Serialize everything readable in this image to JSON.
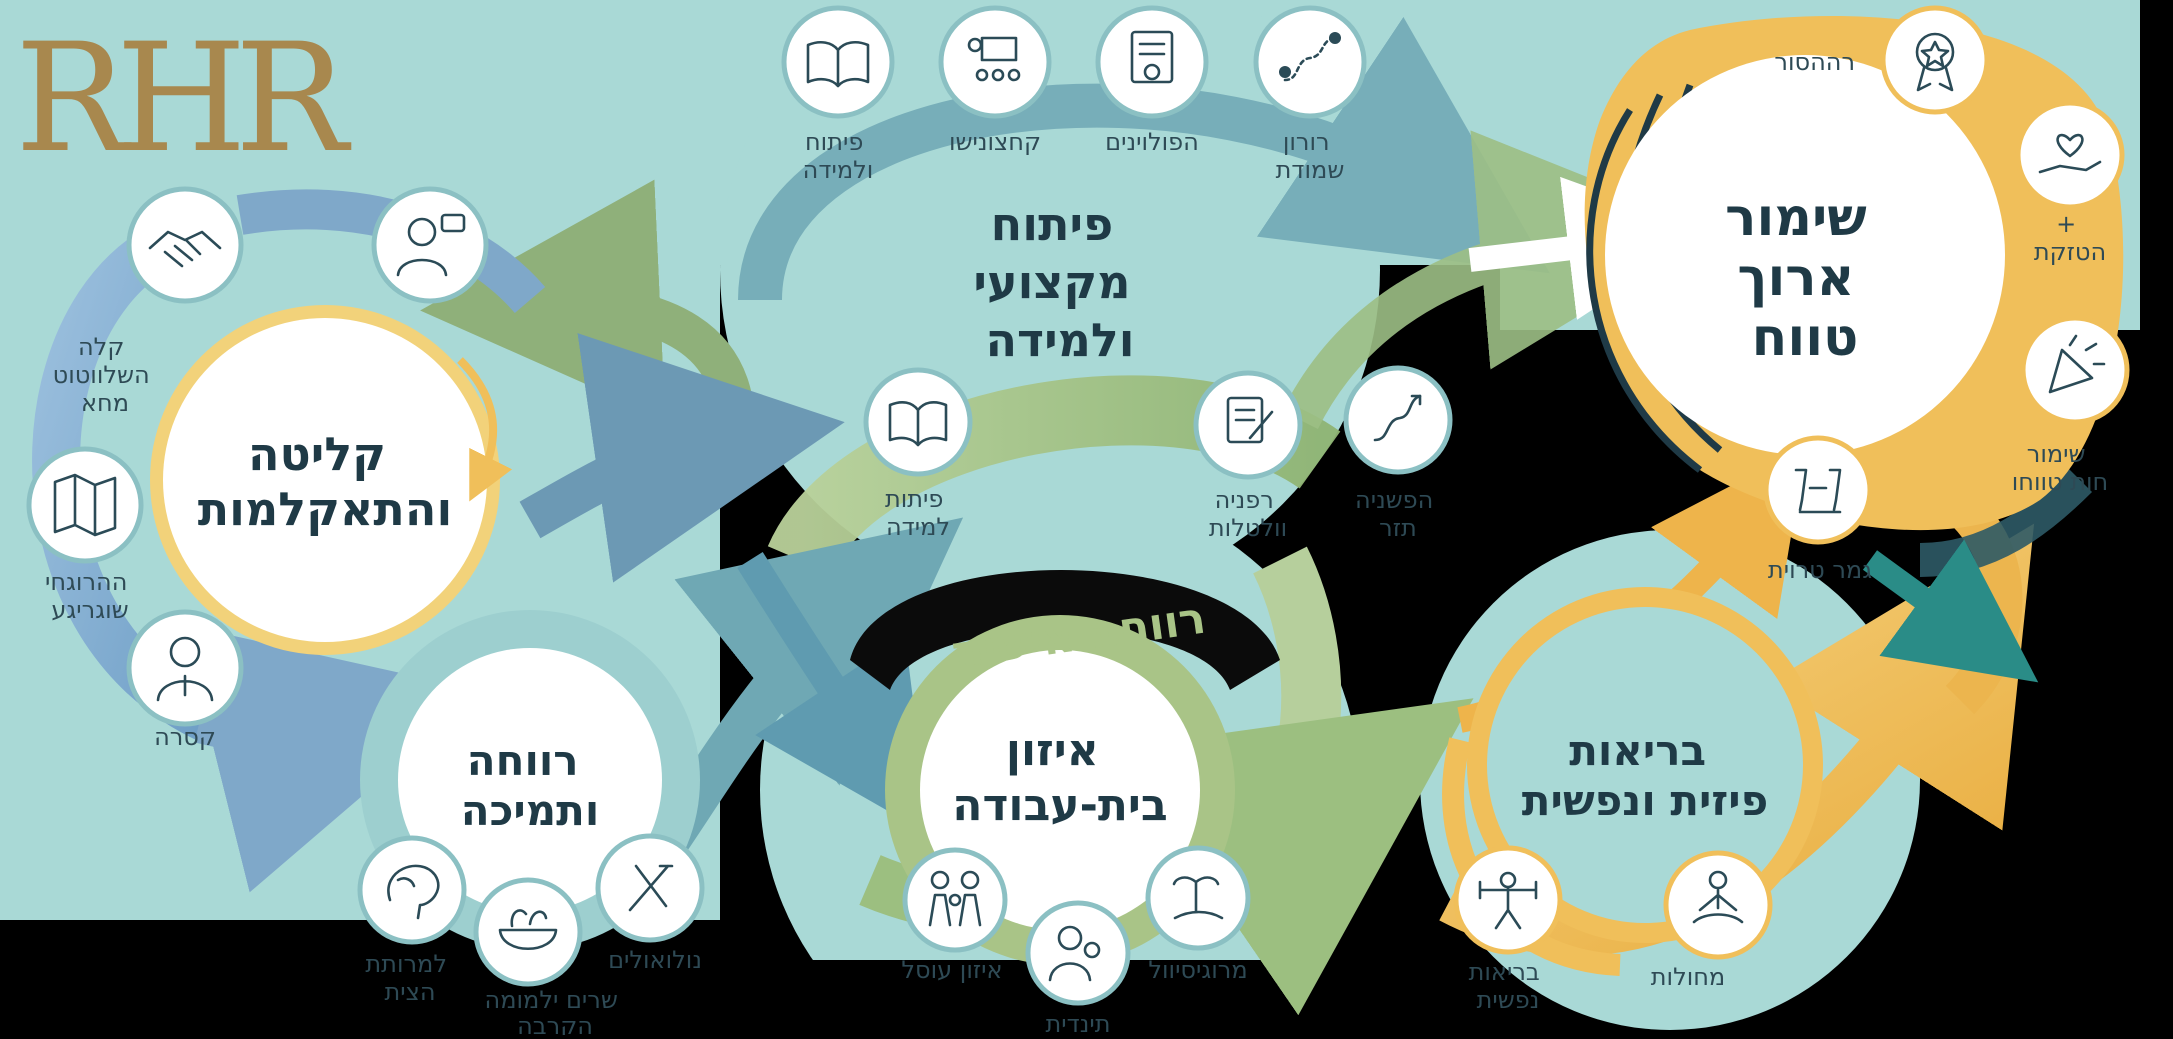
{
  "logo": "RHR",
  "colors": {
    "teal": "#a9d9d6",
    "teal_dark": "#6fa8b4",
    "blue": "#7fa8c9",
    "green": "#a9c487",
    "gold": "#f0bf5a",
    "navy": "#1f3a46"
  },
  "hubs": {
    "onboarding": [
      "קליטה",
      "והתאקלמות"
    ],
    "professional": [
      "פיתוח",
      "מקצועי",
      "ולמידה"
    ],
    "wellbeing": [
      "רווחה",
      "ותמיכה"
    ],
    "balance": [
      "איזון",
      "בית-עבודה"
    ],
    "health": [
      "בריאות",
      "פיזית ונפשית"
    ],
    "retention": [
      "שימור",
      "ארוך",
      "טווח"
    ],
    "ribbon": "רווחה אישית"
  },
  "nodes": {
    "onboarding_contact": [
      "קלה",
      "השלווטוט",
      "מחא"
    ],
    "onboarding_map": [
      "ההרוגחי",
      "שוגריגע"
    ],
    "onboarding_person": [
      "קסרה"
    ],
    "pro_learning": [
      "פיתוח",
      "ולמידה"
    ],
    "pro_training": [
      "קחצונישו"
    ],
    "pro_certificate": [
      "הפולוינים"
    ],
    "pro_route": [
      "רורון",
      "שמודת"
    ],
    "green_learning": [
      "פיתות",
      "למידה"
    ],
    "green_document": [
      "רפניה",
      "וולטלות"
    ],
    "green_growth": [
      "הפשניה",
      "תזר"
    ],
    "well_brain": [
      "למרותת",
      "הצית"
    ],
    "well_food": [
      "שרים ילמומה",
      "הקרבה"
    ],
    "well_meal": [
      "נולואולים"
    ],
    "bal_family": [
      "איזון עוסל"
    ],
    "bal_parent": [
      "תינדית"
    ],
    "bal_vacation": [
      "מרוגיסיוול"
    ],
    "health_fitness": [
      "בריאות",
      "נפשית"
    ],
    "health_meditation": [
      "מחולות"
    ],
    "ret_award": [
      "רההסור"
    ],
    "ret_care": [
      "+",
      "הטזקת"
    ],
    "ret_celebrate": [
      "שימור",
      "חות טווחו"
    ],
    "ret_social": [
      "גמר טרוית"
    ]
  }
}
